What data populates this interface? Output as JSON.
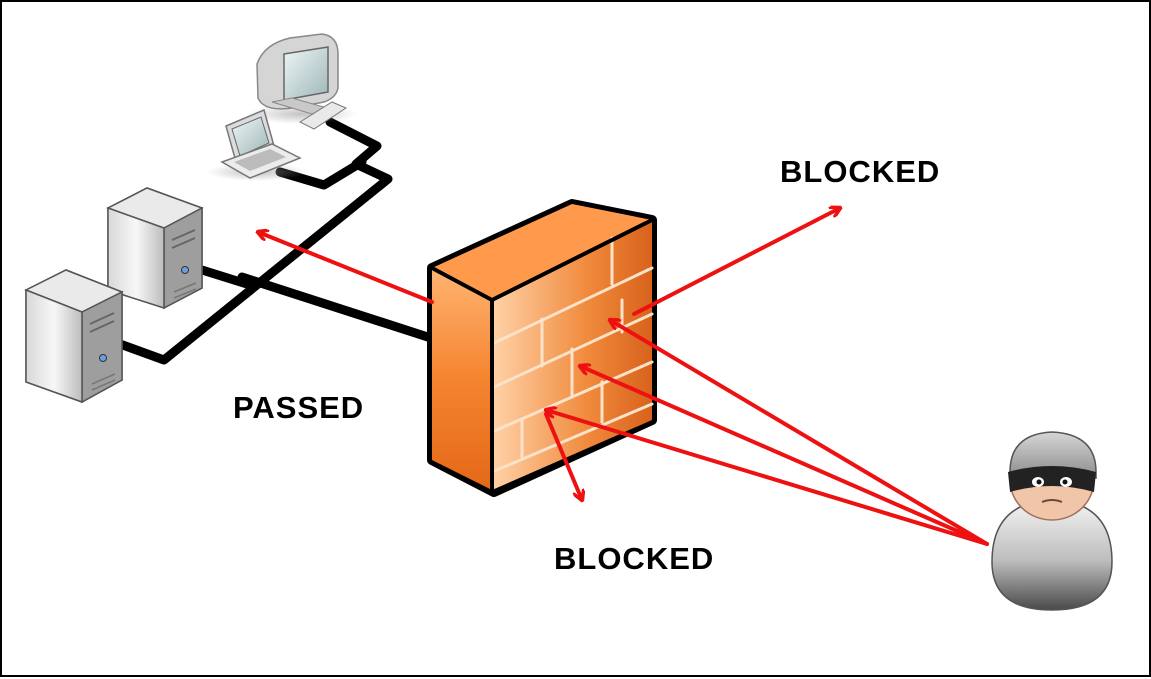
{
  "labels": {
    "blocked_top": "BLOCKED",
    "passed": "PASSED",
    "blocked_bottom": "BLOCKED"
  },
  "colors": {
    "arrow": "#ee1111",
    "cable": "#000000",
    "firewall_face": "#f07a2a",
    "firewall_side": "#c4521c",
    "firewall_top": "#ffc48a"
  },
  "icons": [
    "desktop-computer-icon",
    "laptop-icon",
    "server-icon",
    "server-icon",
    "firewall-icon",
    "hacker-icon"
  ]
}
